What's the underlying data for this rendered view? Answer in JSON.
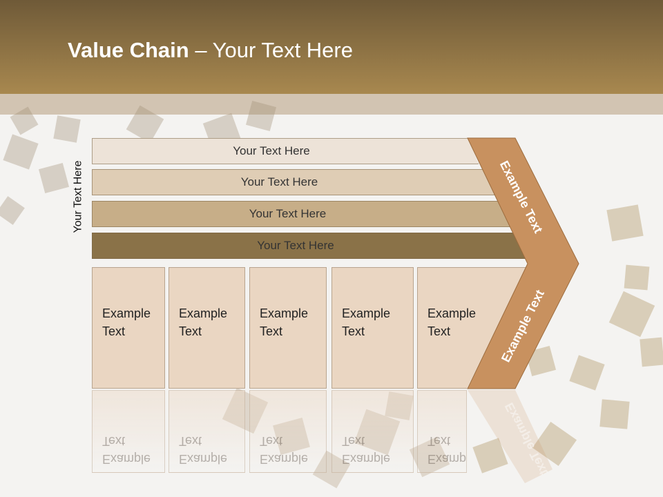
{
  "title": {
    "bold": "Value Chain",
    "rest": " – Your Text Here"
  },
  "side_label": "Your Text Here",
  "bars": [
    "Your Text Here",
    "Your Text Here",
    "Your Text Here",
    "Your Text Here"
  ],
  "cards": [
    {
      "line1": "Example",
      "line2": "Text"
    },
    {
      "line1": "Example",
      "line2": "Text"
    },
    {
      "line1": "Example",
      "line2": "Text"
    },
    {
      "line1": "Example",
      "line2": "Text"
    },
    {
      "line1": "Example",
      "line2": "Text"
    }
  ],
  "chevron": {
    "upper": "Example Text",
    "lower": "Example Text",
    "color": "#c8915f"
  },
  "colors": {
    "header": "#8a7044",
    "bar1": "#ede3d8",
    "bar2": "#dfcdb5",
    "bar3": "#c7ae88",
    "bar4": "#8a7248",
    "card": "#ead6c2"
  }
}
